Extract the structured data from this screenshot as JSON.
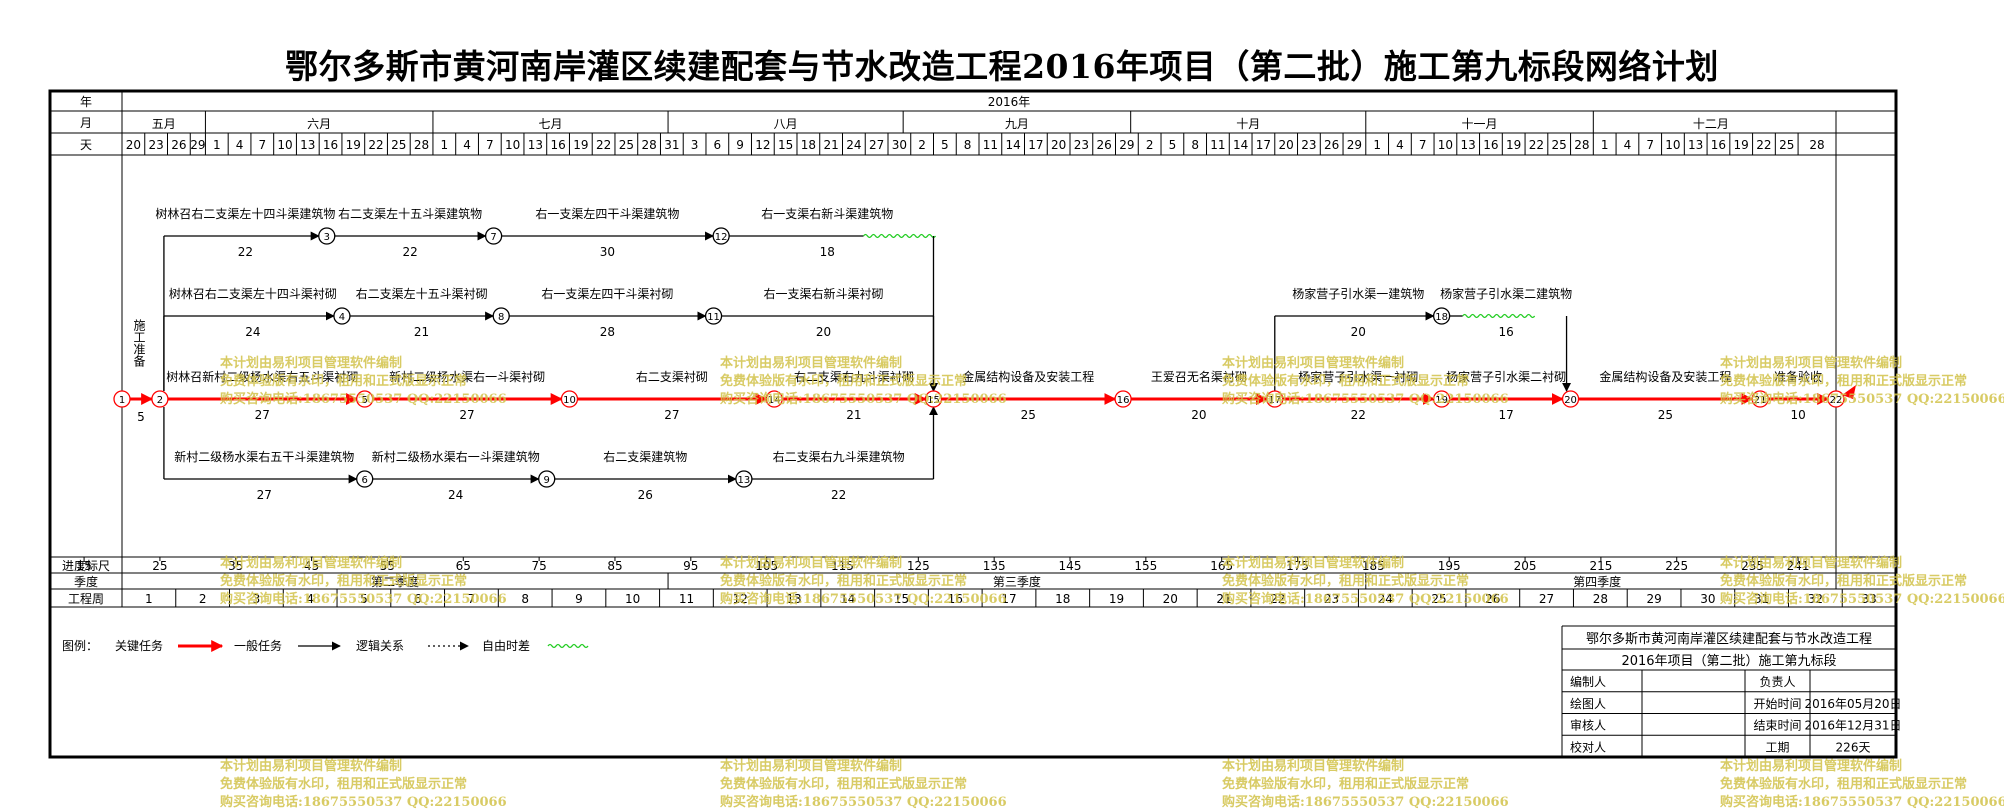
{
  "title": "鄂尔多斯市黄河南岸灌区续建配套与节水改造工程2016年项目（第二批）施工第九标段网络计划",
  "header": {
    "row_labels": {
      "year": "年",
      "month": "月",
      "day": "天"
    },
    "year": "2016年",
    "months": [
      {
        "label": "五月",
        "start": 20,
        "end": 31
      },
      {
        "label": "六月",
        "start": 31,
        "end": 61
      },
      {
        "label": "七月",
        "start": 61,
        "end": 92
      },
      {
        "label": "八月",
        "start": 92,
        "end": 123
      },
      {
        "label": "九月",
        "start": 123,
        "end": 153
      },
      {
        "label": "十月",
        "start": 153,
        "end": 184
      },
      {
        "label": "十一月",
        "start": 184,
        "end": 214
      },
      {
        "label": "十二月",
        "start": 214,
        "end": 245
      }
    ],
    "days": [
      {
        "d": "20",
        "t": 20
      },
      {
        "d": "23",
        "t": 23
      },
      {
        "d": "26",
        "t": 26
      },
      {
        "d": "29",
        "t": 29
      },
      {
        "d": "1",
        "t": 31
      },
      {
        "d": "4",
        "t": 34
      },
      {
        "d": "7",
        "t": 37
      },
      {
        "d": "10",
        "t": 40
      },
      {
        "d": "13",
        "t": 43
      },
      {
        "d": "16",
        "t": 46
      },
      {
        "d": "19",
        "t": 49
      },
      {
        "d": "22",
        "t": 52
      },
      {
        "d": "25",
        "t": 55
      },
      {
        "d": "28",
        "t": 58
      },
      {
        "d": "1",
        "t": 61
      },
      {
        "d": "4",
        "t": 64
      },
      {
        "d": "7",
        "t": 67
      },
      {
        "d": "10",
        "t": 70
      },
      {
        "d": "13",
        "t": 73
      },
      {
        "d": "16",
        "t": 76
      },
      {
        "d": "19",
        "t": 79
      },
      {
        "d": "22",
        "t": 82
      },
      {
        "d": "25",
        "t": 85
      },
      {
        "d": "28",
        "t": 88
      },
      {
        "d": "31",
        "t": 91
      },
      {
        "d": "3",
        "t": 94
      },
      {
        "d": "6",
        "t": 97
      },
      {
        "d": "9",
        "t": 100
      },
      {
        "d": "12",
        "t": 103
      },
      {
        "d": "15",
        "t": 106
      },
      {
        "d": "18",
        "t": 109
      },
      {
        "d": "21",
        "t": 112
      },
      {
        "d": "24",
        "t": 115
      },
      {
        "d": "27",
        "t": 118
      },
      {
        "d": "30",
        "t": 121
      },
      {
        "d": "2",
        "t": 124
      },
      {
        "d": "5",
        "t": 127
      },
      {
        "d": "8",
        "t": 130
      },
      {
        "d": "11",
        "t": 133
      },
      {
        "d": "14",
        "t": 136
      },
      {
        "d": "17",
        "t": 139
      },
      {
        "d": "20",
        "t": 142
      },
      {
        "d": "23",
        "t": 145
      },
      {
        "d": "26",
        "t": 148
      },
      {
        "d": "29",
        "t": 151
      },
      {
        "d": "2",
        "t": 154
      },
      {
        "d": "5",
        "t": 157
      },
      {
        "d": "8",
        "t": 160
      },
      {
        "d": "11",
        "t": 163
      },
      {
        "d": "14",
        "t": 166
      },
      {
        "d": "17",
        "t": 169
      },
      {
        "d": "20",
        "t": 172
      },
      {
        "d": "23",
        "t": 175
      },
      {
        "d": "26",
        "t": 178
      },
      {
        "d": "29",
        "t": 181
      },
      {
        "d": "1",
        "t": 184
      },
      {
        "d": "4",
        "t": 187
      },
      {
        "d": "7",
        "t": 190
      },
      {
        "d": "10",
        "t": 193
      },
      {
        "d": "13",
        "t": 196
      },
      {
        "d": "16",
        "t": 199
      },
      {
        "d": "19",
        "t": 202
      },
      {
        "d": "22",
        "t": 205
      },
      {
        "d": "25",
        "t": 208
      },
      {
        "d": "28",
        "t": 211
      },
      {
        "d": "1",
        "t": 214
      },
      {
        "d": "4",
        "t": 217
      },
      {
        "d": "7",
        "t": 220
      },
      {
        "d": "10",
        "t": 223
      },
      {
        "d": "13",
        "t": 226
      },
      {
        "d": "16",
        "t": 229
      },
      {
        "d": "19",
        "t": 232
      },
      {
        "d": "22",
        "t": 235
      },
      {
        "d": "25",
        "t": 238
      },
      {
        "d": "28",
        "t": 241
      }
    ]
  },
  "footer": {
    "row_labels": {
      "scale": "进度标尺",
      "quarter": "季度",
      "week": "工程周"
    },
    "scale_marks": [
      15,
      25,
      35,
      45,
      55,
      65,
      75,
      85,
      95,
      105,
      115,
      125,
      135,
      145,
      155,
      165,
      175,
      185,
      195,
      205,
      215,
      225,
      235,
      241
    ],
    "quarters": [
      {
        "label": "第二季度",
        "start": 20,
        "end": 92
      },
      {
        "label": "第三季度",
        "start": 92,
        "end": 184
      },
      {
        "label": "第四季度",
        "start": 184,
        "end": 245
      }
    ],
    "weeks": [
      "1",
      "2",
      "3",
      "4",
      "5",
      "6",
      "7",
      "8",
      "9",
      "10",
      "11",
      "12",
      "13",
      "14",
      "15",
      "16",
      "17",
      "18",
      "19",
      "20",
      "21",
      "22",
      "23",
      "24",
      "25",
      "26",
      "27",
      "28",
      "29",
      "30",
      "31",
      "32",
      "33"
    ]
  },
  "network": {
    "nodes": [
      {
        "id": "1",
        "t": 20,
        "lane": "main"
      },
      {
        "id": "2",
        "t": 25,
        "lane": "main"
      },
      {
        "id": "3",
        "t": 47,
        "lane": "r1"
      },
      {
        "id": "7",
        "t": 69,
        "lane": "r1"
      },
      {
        "id": "12",
        "t": 99,
        "lane": "r1"
      },
      {
        "id": "4",
        "t": 49,
        "lane": "r2"
      },
      {
        "id": "8",
        "t": 70,
        "lane": "r2"
      },
      {
        "id": "11",
        "t": 98,
        "lane": "r2"
      },
      {
        "id": "5",
        "t": 52,
        "lane": "main"
      },
      {
        "id": "10",
        "t": 79,
        "lane": "main"
      },
      {
        "id": "14",
        "t": 106,
        "lane": "main"
      },
      {
        "id": "15",
        "t": 127,
        "lane": "main"
      },
      {
        "id": "16",
        "t": 152,
        "lane": "main"
      },
      {
        "id": "17",
        "t": 172,
        "lane": "main"
      },
      {
        "id": "19",
        "t": 194,
        "lane": "main"
      },
      {
        "id": "20",
        "t": 211,
        "lane": "main"
      },
      {
        "id": "21",
        "t": 236,
        "lane": "main"
      },
      {
        "id": "22",
        "t": 246,
        "lane": "main"
      },
      {
        "id": "6",
        "t": 52,
        "lane": "r4"
      },
      {
        "id": "9",
        "t": 76,
        "lane": "r4"
      },
      {
        "id": "13",
        "t": 102,
        "lane": "r4"
      },
      {
        "id": "18",
        "t": 194,
        "lane": "top2"
      }
    ],
    "activities": [
      {
        "from": "2",
        "to": "3",
        "name": "树林召右二支渠左十四斗渠建筑物",
        "dur": "22",
        "crit": false,
        "vert": "r1"
      },
      {
        "from": "3",
        "to": "7",
        "name": "右二支渠左十五斗渠建筑物",
        "dur": "22",
        "crit": false
      },
      {
        "from": "7",
        "to": "12",
        "name": "右一支渠左四干斗渠建筑物",
        "dur": "30",
        "crit": false
      },
      {
        "from": "12",
        "to": "15",
        "name": "右一支渠右新斗渠建筑物",
        "dur": "18",
        "crit": false,
        "float_end": 127
      },
      {
        "from": "2",
        "to": "4",
        "name": "树林召右二支渠左十四斗渠衬砌",
        "dur": "24",
        "crit": false,
        "vert": "r2"
      },
      {
        "from": "4",
        "to": "8",
        "name": "右二支渠左十五斗渠衬砌",
        "dur": "21",
        "crit": false
      },
      {
        "from": "8",
        "to": "11",
        "name": "右一支渠左四干斗渠衬砌",
        "dur": "28",
        "crit": false
      },
      {
        "from": "11",
        "to": "15",
        "name": "右一支渠右新斗渠衬砌",
        "dur": "20",
        "crit": false
      },
      {
        "from": "1",
        "to": "2",
        "name": "施工准备",
        "dur": "5",
        "crit": true
      },
      {
        "from": "2",
        "to": "5",
        "name": "树林召新村二级杨水渠右五斗渠衬砌",
        "dur": "27",
        "crit": true
      },
      {
        "from": "5",
        "to": "10",
        "name": "新村二级杨水渠右一斗渠衬砌",
        "dur": "27",
        "crit": true
      },
      {
        "from": "10",
        "to": "14",
        "name": "右二支渠衬砌",
        "dur": "27",
        "crit": true
      },
      {
        "from": "14",
        "to": "15",
        "name": "右二支渠右九斗渠衬砌",
        "dur": "21",
        "crit": true
      },
      {
        "from": "15",
        "to": "16",
        "name": "金属结构设备及安装工程",
        "dur": "25",
        "crit": true
      },
      {
        "from": "16",
        "to": "17",
        "name": "王爱召无名渠衬砌",
        "dur": "20",
        "crit": true
      },
      {
        "from": "17",
        "to": "19",
        "name": "杨家营子引水渠一衬砌",
        "dur": "22",
        "crit": true
      },
      {
        "from": "19",
        "to": "20",
        "name": "杨家营子引水渠二衬砌",
        "dur": "17",
        "crit": true
      },
      {
        "from": "20",
        "to": "21",
        "name": "金属结构设备及安装工程",
        "dur": "25",
        "crit": true
      },
      {
        "from": "21",
        "to": "22",
        "name": "准备验收",
        "dur": "10",
        "crit": true
      },
      {
        "from": "2",
        "to": "6",
        "name": "新村二级杨水渠右五干斗渠建筑物",
        "dur": "27",
        "crit": false,
        "vert": "r4"
      },
      {
        "from": "6",
        "to": "9",
        "name": "新村二级杨水渠右一斗渠建筑物",
        "dur": "24",
        "crit": false
      },
      {
        "from": "9",
        "to": "13",
        "name": "右二支渠建筑物",
        "dur": "26",
        "crit": false
      },
      {
        "from": "13",
        "to": "15",
        "name": "右二支渠右九斗渠建筑物",
        "dur": "22",
        "crit": false
      },
      {
        "from": "17",
        "to": "18",
        "name": "杨家营子引水渠一建筑物",
        "dur": "20",
        "crit": false,
        "vert": "top2"
      },
      {
        "from": "18",
        "to": "20",
        "name": "杨家营子引水渠二建筑物",
        "dur": "16",
        "crit": false,
        "float_end": 206
      }
    ]
  },
  "legend": {
    "label": "图例：",
    "critical": "关键任务",
    "normal": "一般任务",
    "logic": "逻辑关系",
    "float": "自由时差"
  },
  "info": {
    "project_line1": "鄂尔多斯市黄河南岸灌区续建配套与节水改造工程",
    "project_line2": "2016年项目（第二批）施工第九标段",
    "rows": [
      {
        "l1": "编制人",
        "v1": "",
        "l2": "负责人",
        "v2": ""
      },
      {
        "l1": "绘图人",
        "v1": "",
        "l2": "开始时间",
        "v2": "2016年05月20日"
      },
      {
        "l1": "审核人",
        "v1": "",
        "l2": "结束时间",
        "v2": "2016年12月31日"
      },
      {
        "l1": "校对人",
        "v1": "",
        "l2": "工期",
        "v2": "226天"
      }
    ]
  },
  "watermark": {
    "line1": "本计划由易利项目管理软件编制",
    "line2": "免费体验版有水印，租用和正式版显示正常",
    "line3": "购买咨询电话:18675550537 QQ:22150066"
  },
  "colors": {
    "critical": "#ff0000",
    "float": "#22cc22",
    "watermark": "#d2c24a"
  }
}
